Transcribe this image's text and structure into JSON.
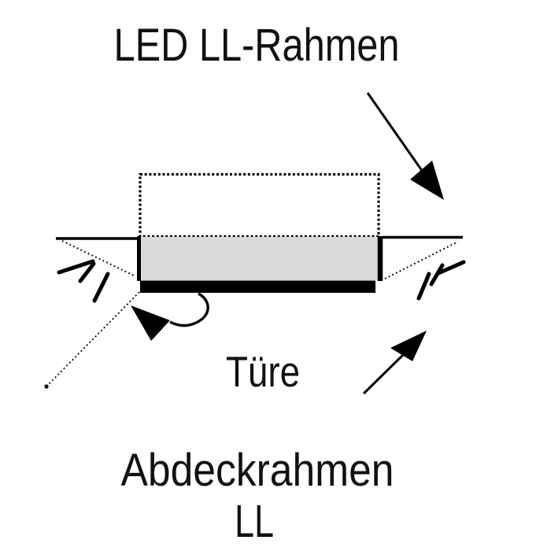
{
  "colors": {
    "background": "#ffffff",
    "line": "#000000",
    "text": "#111111",
    "frame_fill": "#d9d9d9"
  },
  "labels": {
    "led_frame": "LED LL-Rahmen",
    "door": "Türe",
    "cover_frame_line1": "Abdeckrahmen",
    "cover_frame_line2": "LL"
  }
}
